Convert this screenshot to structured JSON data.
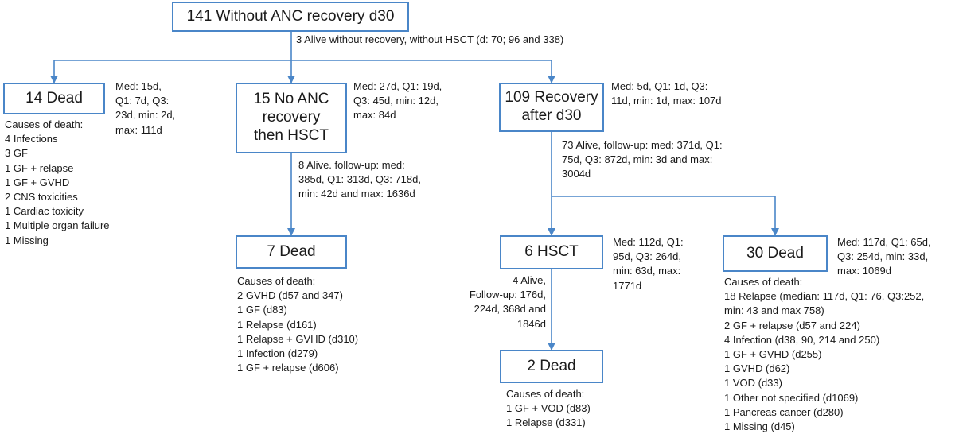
{
  "boxes": {
    "root": "141 Without ANC recovery d30",
    "dead14": "14 Dead",
    "noanc15": "15 No ANC\nrecovery\nthen HSCT",
    "rec109": "109 Recovery\nafter d30",
    "dead7": "7 Dead",
    "hsct6": "6 HSCT",
    "dead30": "30 Dead",
    "dead2": "2 Dead"
  },
  "notes": {
    "root_alive": "3 Alive without recovery, without HSCT (d: 70; 96 and 338)",
    "dead14_stats": "Med: 15d,\nQ1: 7d, Q3:\n23d, min: 2d,\nmax: 111d",
    "dead14_causes": "Causes of death:\n4 Infections\n3 GF\n1 GF + relapse\n1 GF + GVHD\n2 CNS toxicities\n1 Cardiac toxicity\n1 Multiple organ failure\n1 Missing",
    "noanc15_stats": "Med: 27d, Q1: 19d,\nQ3: 45d, min: 12d,\nmax: 84d",
    "noanc15_alive": "8 Alive. follow-up: med:\n385d, Q1: 313d, Q3: 718d,\nmin: 42d and max: 1636d",
    "rec109_stats": "Med: 5d, Q1: 1d, Q3:\n11d, min: 1d, max: 107d",
    "rec109_alive": "73 Alive, follow-up: med: 371d, Q1:\n75d, Q3: 872d, min: 3d and max:\n3004d",
    "dead7_causes": "Causes of death:\n2 GVHD (d57 and 347)\n1 GF (d83)\n1 Relapse (d161)\n1 Relapse + GVHD (d310)\n1 Infection (d279)\n1 GF + relapse (d606)",
    "hsct6_stats": "Med: 112d, Q1:\n95d, Q3: 264d,\nmin: 63d, max:\n1771d",
    "hsct6_alive": "4 Alive,\nFollow-up: 176d,\n224d, 368d and\n1846d",
    "dead30_stats": "Med: 117d, Q1: 65d,\nQ3: 254d, min: 33d,\nmax: 1069d",
    "dead30_causes": "Causes of death:\n18 Relapse (median: 117d, Q1: 76, Q3:252,\nmin: 43 and max 758)\n2 GF + relapse (d57 and 224)\n4 Infection (d38, 90, 214 and 250)\n1 GF + GVHD (d255)\n1 GVHD (d62)\n1 VOD (d33)\n1 Other not specified (d1069)\n1 Pancreas cancer (d280)\n1 Missing (d45)",
    "dead2_causes": "Causes of death:\n1 GF + VOD (d83)\n1 Relapse (d331)"
  },
  "colors": {
    "box_border": "#4a86c8",
    "connector": "#4a86c8",
    "text": "#1a1a1a"
  }
}
